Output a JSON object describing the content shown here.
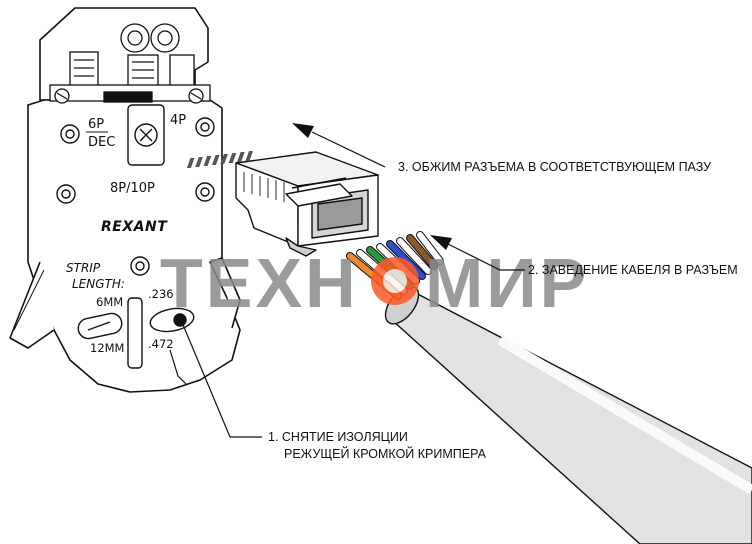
{
  "tool": {
    "brand": "REXANT",
    "die_6p": "6P",
    "die_dec": "DEC",
    "die_4p": "4P",
    "die_8p": "8P/10P",
    "strip_line1": "STRIP",
    "strip_line2": "LENGTH:",
    "mm6": "6MM",
    "mm12": "12MM",
    "in236": ".236",
    "in472": ".472"
  },
  "watermark": {
    "part1": "ТЕХН",
    "part2": "МИР",
    "colors": {
      "text": "#8a8a8a",
      "circle": "#ff5a2a"
    }
  },
  "callouts": {
    "step3": "3. ОБЖИМ РАЗЪЕМА В СООТВЕТСТВУЮЩЕМ ПАЗУ",
    "step2": "2. ЗАВЕДЕНИЕ КАБЕЛЯ В РАЗЪЕМ",
    "step1_line1": "1. СНЯТИЕ ИЗОЛЯЦИИ",
    "step1_line2": "РЕЖУЩЕЙ КРОМКОЙ КРИМПЕРА"
  },
  "wire_colors": [
    "#f08a2a",
    "#ffffff",
    "#2a9a3a",
    "#ffffff",
    "#2a4fd0",
    "#ffffff",
    "#8a5a2a",
    "#ffffff"
  ]
}
